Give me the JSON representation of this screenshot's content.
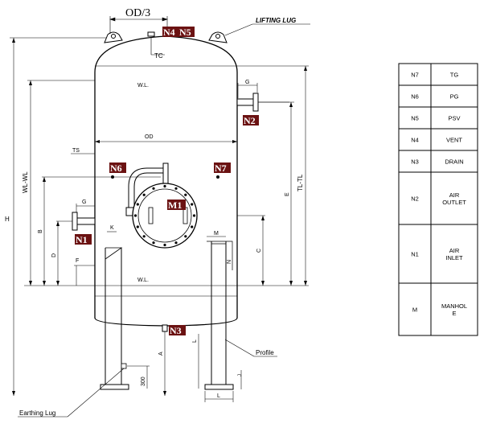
{
  "drawing": {
    "od_third": "OD/3",
    "lifting_lug": "LIFTING LUG",
    "tc": "TC",
    "wl_top": "W.L.",
    "wl_bottom": "W.L.",
    "od": "OD",
    "ts": "TS",
    "g_upper": "G",
    "g_lower": "G",
    "k": "K",
    "m": "M",
    "n": "N",
    "f": "F",
    "d": "D",
    "b": "B",
    "c": "C",
    "h": "H",
    "e": "E",
    "wl_wl": "WL-WL",
    "tl_tl": "TL-TL",
    "a": "A",
    "l_leg": "L",
    "j": "J",
    "l_foot": "L",
    "dim_300": "300",
    "profile": "Profile",
    "earthing_lug": "Earthing Lug",
    "nozzle_tags": {
      "n1": "N1",
      "n2": "N2",
      "n3": "N3",
      "n4": "N4",
      "n5": "N5",
      "n6": "N6",
      "n7": "N7",
      "m1": "M1"
    }
  },
  "nozzle_table": {
    "rows": [
      {
        "mark": "N7",
        "service": "TG"
      },
      {
        "mark": "N6",
        "service": "PG"
      },
      {
        "mark": "N5",
        "service": "PSV"
      },
      {
        "mark": "N4",
        "service": "VENT"
      },
      {
        "mark": "N3",
        "service": "DRAIN"
      },
      {
        "mark": "N2",
        "service": "AIR\nOUTLET"
      },
      {
        "mark": "N1",
        "service": "AIR\nINLET"
      },
      {
        "mark": "M",
        "service": "MANHOL\nE"
      }
    ]
  },
  "colors": {
    "line": "#000000",
    "tag_fill": "#6b1212",
    "tag_text": "#ffffff"
  }
}
